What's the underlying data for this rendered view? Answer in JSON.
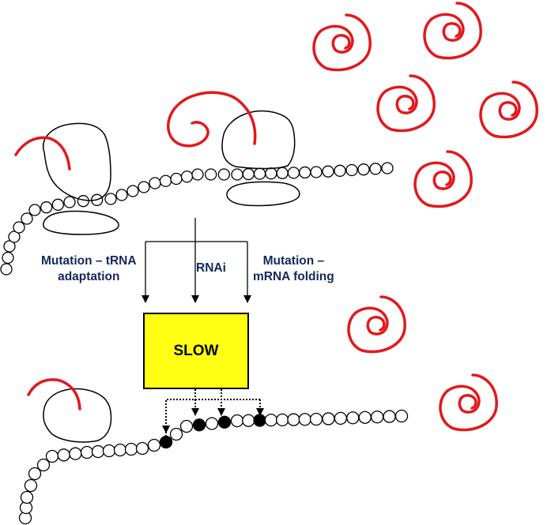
{
  "labels": {
    "trna_line1": "Mutation – tRNA",
    "trna_line2": "adaptation",
    "rnai": "RNAi",
    "mrna_line1": "Mutation –",
    "mrna_line2": "mRNA folding",
    "slow": "SLOW"
  },
  "colors": {
    "protein": "#e3181b",
    "slow_box": "#ffff14",
    "label_text": "#14285e",
    "outline": "#000000"
  }
}
